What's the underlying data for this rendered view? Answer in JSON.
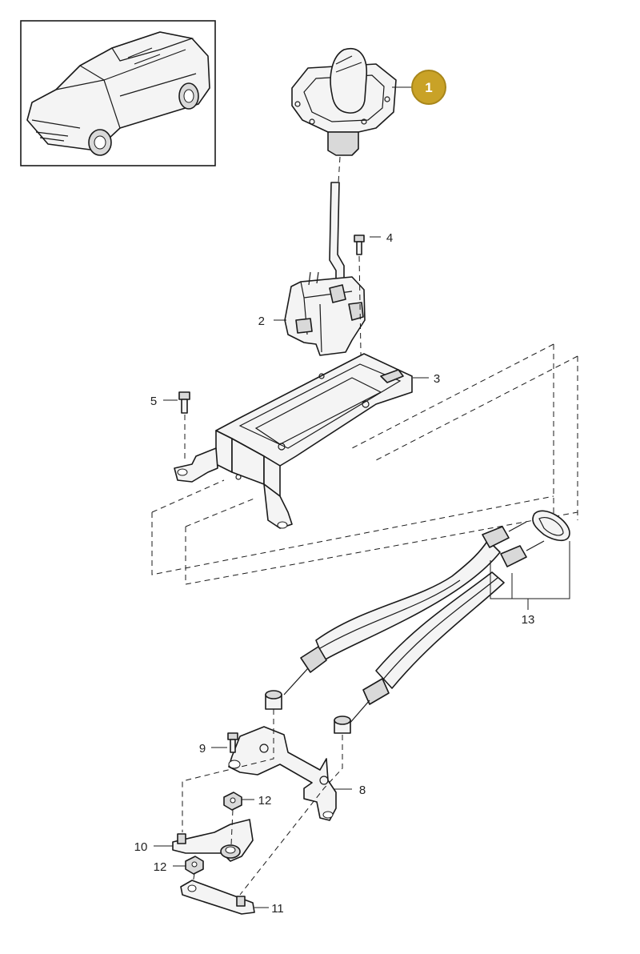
{
  "callouts": [
    {
      "id": "1",
      "highlighted": true
    },
    {
      "id": "2"
    },
    {
      "id": "3"
    },
    {
      "id": "4"
    },
    {
      "id": "5"
    },
    {
      "id": "8"
    },
    {
      "id": "9"
    },
    {
      "id": "10"
    },
    {
      "id": "11"
    },
    {
      "id": "12a",
      "text": "12"
    },
    {
      "id": "12b",
      "text": "12"
    },
    {
      "id": "13"
    }
  ],
  "labels": {
    "c1": "1",
    "c2": "2",
    "c3": "3",
    "c4": "4",
    "c5": "5",
    "c8": "8",
    "c9": "9",
    "c10": "10",
    "c11": "11",
    "c12a": "12",
    "c12b": "12",
    "c13": "13"
  },
  "colors": {
    "highlight_badge": "#c9a227",
    "highlight_badge_stroke": "#a8861a",
    "line": "#1a1a1a"
  },
  "thumbnail": {
    "icon": "suv-vehicle-icon"
  }
}
